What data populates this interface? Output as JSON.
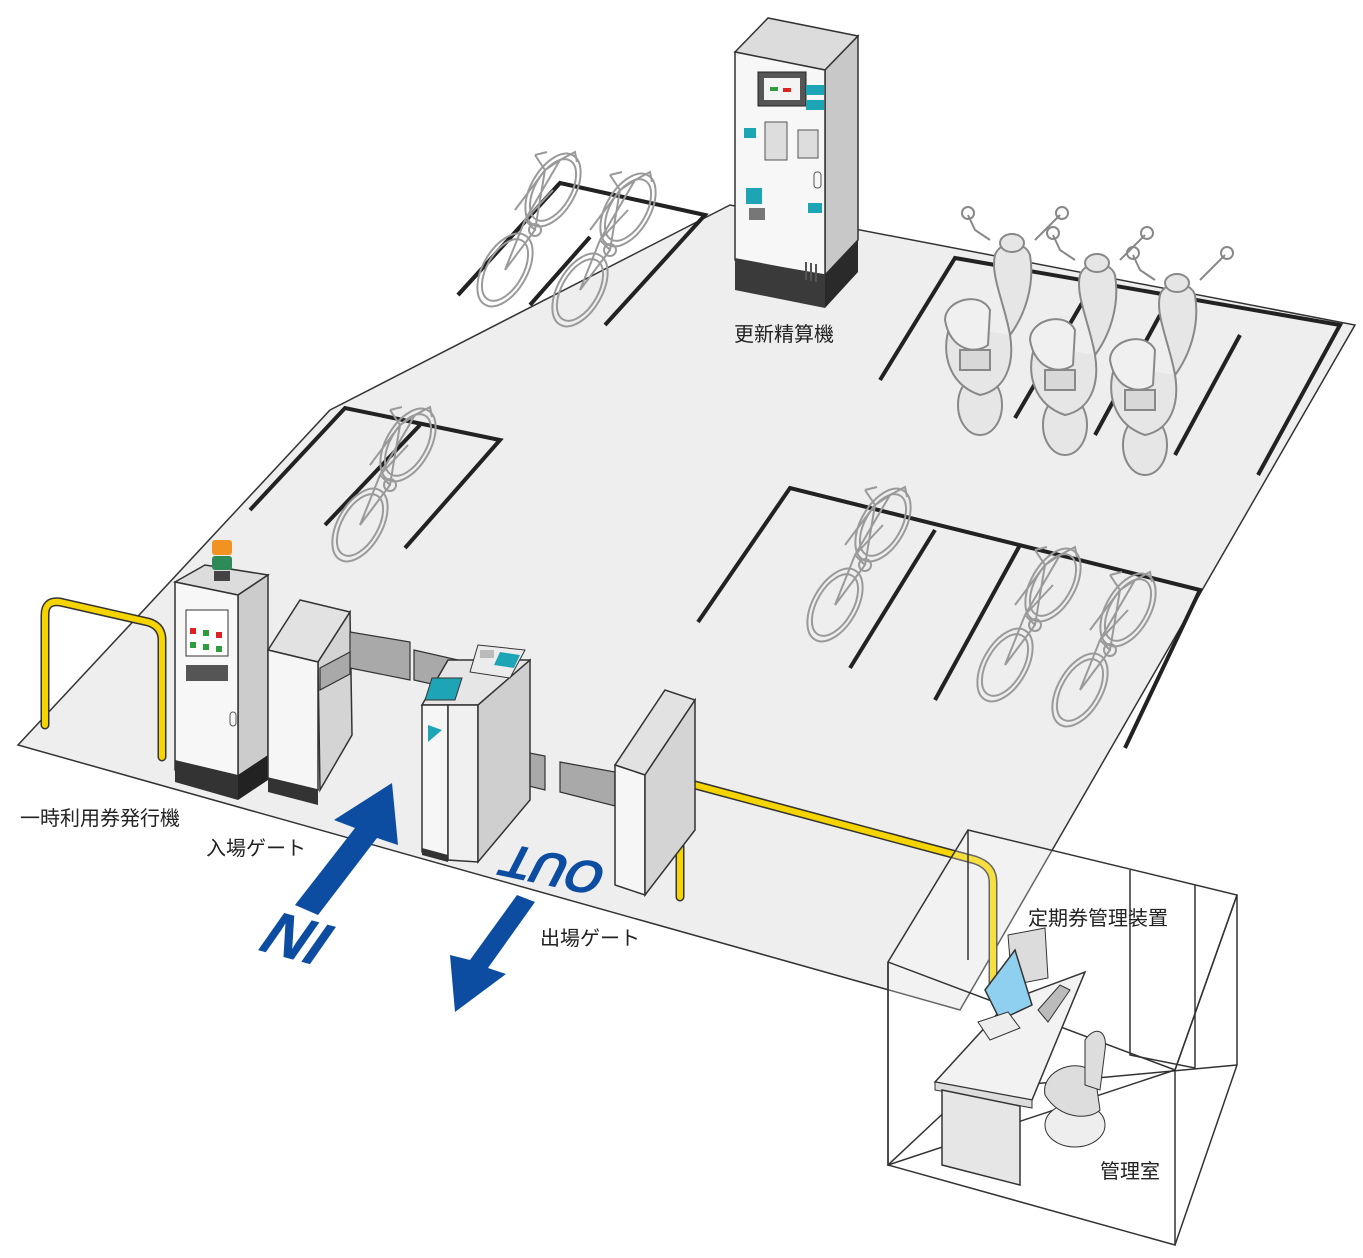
{
  "labels": {
    "renewal_machine": "更新精算機",
    "temp_ticket_machine": "一時利用券発行機",
    "entry_gate": "入場ゲート",
    "exit_gate": "出場ゲート",
    "pass_manager": "定期券管理装置",
    "control_room": "管理室"
  },
  "floor_marks": {
    "in": "IN",
    "out": "OUT"
  },
  "colors": {
    "floor": "#eeeeee",
    "floor_outline": "#333333",
    "arrow_blue": "#0c4da2",
    "railing_yellow": "#f5d400",
    "machine_body": "#f4f4f4",
    "machine_base": "#3a3a3a",
    "screen_teal": "#1ea5b5",
    "monitor_blue": "#8fd0f0"
  },
  "icons": {
    "bicycle": "bicycle-icon",
    "scooter": "scooter-icon"
  }
}
